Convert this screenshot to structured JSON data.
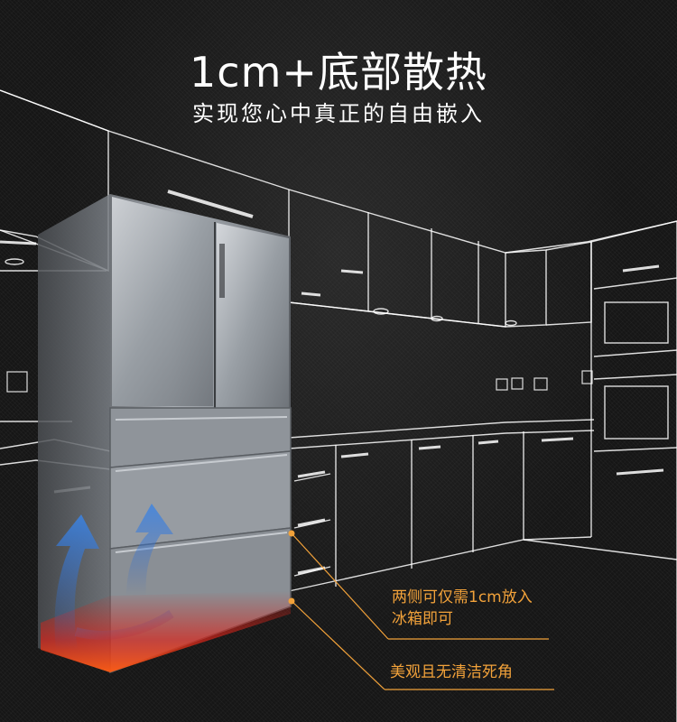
{
  "header": {
    "title": "1cm+底部散热",
    "subtitle": "实现您心中真正的自由嵌入"
  },
  "callouts": [
    {
      "line1": "两侧可仅需1cm放入",
      "line2": "冰箱即可"
    },
    {
      "line1": "美观且无清洁死角"
    }
  ],
  "colors": {
    "accent": "#f2a23a",
    "heat": "#d9241a",
    "airflow": "#3a78d6",
    "outline": "#ffffff"
  },
  "icons": [
    "airflow-arrow-icon",
    "heat-glow-icon",
    "wall-socket-icon"
  ]
}
